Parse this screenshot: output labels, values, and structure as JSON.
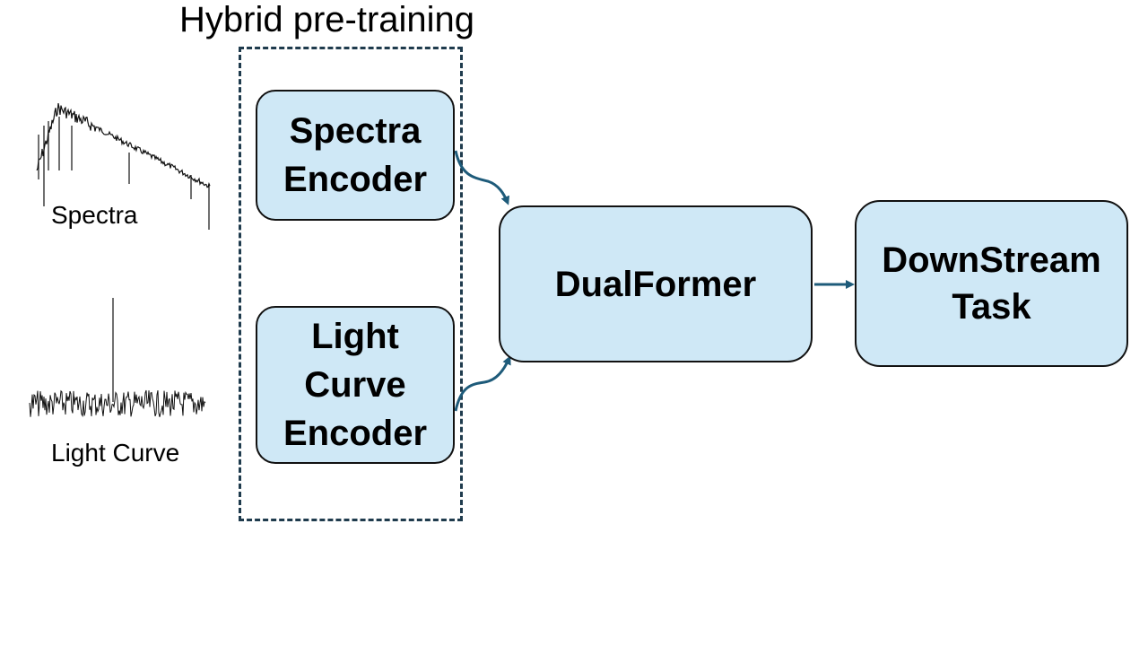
{
  "title": "Hybrid pre-training",
  "inputs": {
    "spectra_label": "Spectra",
    "light_curve_label": "Light Curve"
  },
  "encoders": {
    "spectra": [
      "Spectra",
      "Encoder"
    ],
    "light_curve": [
      "Light",
      "Curve",
      "Encoder"
    ]
  },
  "fusion": {
    "label": "DualFormer"
  },
  "output": {
    "label": [
      "DownStream",
      "Task"
    ]
  },
  "colors": {
    "box_fill": "#cfe8f6",
    "box_border": "#111111",
    "arrow": "#1e5b7a",
    "dashed_border": "#1f3b4d"
  }
}
